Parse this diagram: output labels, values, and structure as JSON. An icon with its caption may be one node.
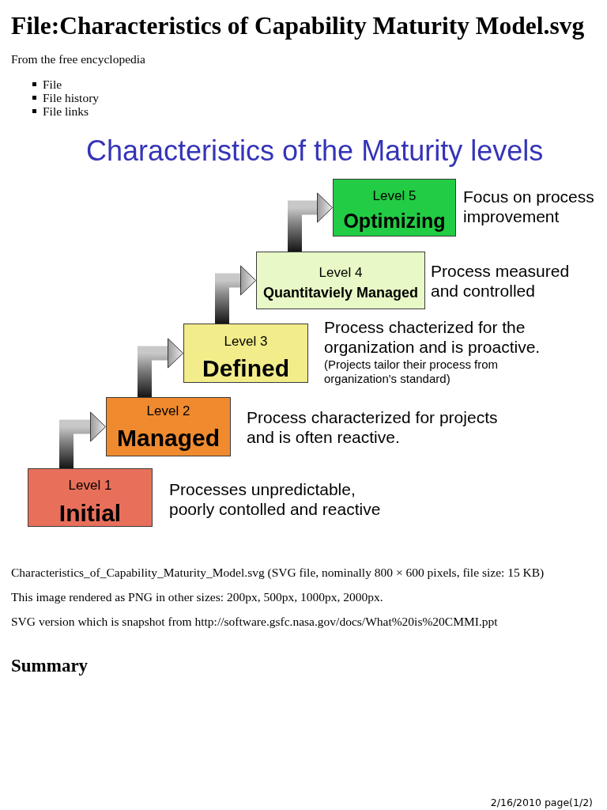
{
  "diagram": {
    "title": "Characteristics of the Maturity levels",
    "nodes": [
      {
        "text": [
          "Level 1",
          "Initial"
        ],
        "beside": [
          "Processes unpredictable, poorly contolled and reactive"
        ]
      },
      {
        "text": [
          "Level 2",
          "Managed"
        ],
        "beside": [
          "Process characterized for projects and is often reactive."
        ]
      },
      {
        "text": [
          "Level 3",
          "Defined"
        ],
        "beside": [
          "Process chacterized for the organization and is proactive.",
          "(Projects tailor their process from organization's standard)"
        ]
      },
      {
        "text": [
          "Level 4",
          "Quantitaviely Managed"
        ],
        "beside": [
          "Process measured and controlled"
        ]
      },
      {
        "text": [
          "Level 5",
          "Optimizing"
        ],
        "beside": [
          "Focus on process improvement"
        ]
      }
    ],
    "edges": [
      {
        "from": 0,
        "to": 1,
        "arrow": "to"
      },
      {
        "from": 1,
        "to": 2,
        "arrow": "to"
      },
      {
        "from": 2,
        "to": 3,
        "arrow": "to"
      },
      {
        "from": 3,
        "to": 4,
        "arrow": "to"
      }
    ],
    "labels": [
      "File:Characteristics of Capability Maturity Model.svg",
      "From the free encyclopedia",
      "File",
      "File history",
      "File links",
      "Characteristics_of_Capability_Maturity_Model.svg (SVG file, nominally 800 × 600 pixels, file size: 15 KB)",
      "This image rendered as PNG in other sizes: 200px, 500px, 1000px, 2000px.",
      "SVG version which is snapshot from http://software.gsfc.nasa.gov/docs/What%20is%20CMMI.ppt",
      "Summary",
      "2/16/2010 page(1/2)"
    ]
  }
}
